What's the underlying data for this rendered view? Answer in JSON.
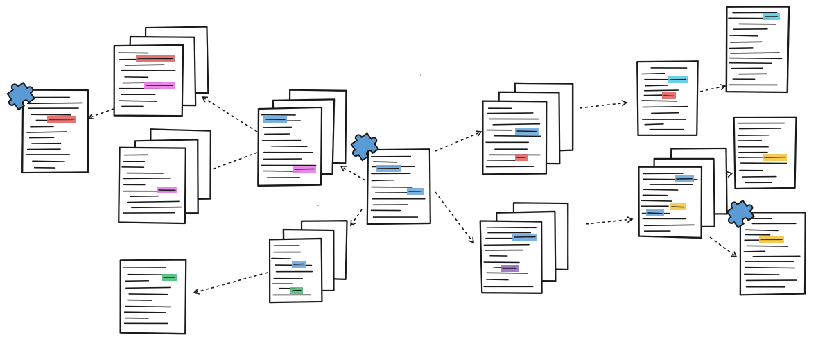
{
  "colors": {
    "ink": "#1a1a1a",
    "paper": "#ffffff",
    "puzzle": "#5b9bd5",
    "blue": "#6fa8dc",
    "red": "#e06666",
    "magenta": "#e57ce5",
    "green": "#4dbf7a",
    "purple": "#9a6fc4",
    "yellow": "#f4c542",
    "cyan": "#5ccbe3"
  },
  "icons": [
    "puzzle-piece-icon",
    "document-icon",
    "document-stack-icon",
    "dashed-arrow-icon"
  ],
  "nodes": [
    {
      "id": "root",
      "type": "single",
      "highlights": [
        "blue",
        "blue"
      ],
      "puzzle": true
    },
    {
      "id": "stack-left-mid",
      "type": "stack",
      "highlights": [
        "blue",
        "magenta"
      ]
    },
    {
      "id": "stack-left-top",
      "type": "stack",
      "highlights": [
        "red",
        "magenta"
      ]
    },
    {
      "id": "doc-far-left",
      "type": "single",
      "highlights": [
        "red"
      ],
      "puzzle": true
    },
    {
      "id": "stack-left-lower",
      "type": "stack",
      "highlights": [
        "magenta"
      ]
    },
    {
      "id": "stack-bottom-mid",
      "type": "stack",
      "highlights": [
        "blue",
        "green"
      ]
    },
    {
      "id": "doc-bottom-left",
      "type": "single",
      "highlights": [
        "green"
      ]
    },
    {
      "id": "stack-right-top",
      "type": "stack",
      "highlights": [
        "blue",
        "red"
      ]
    },
    {
      "id": "stack-right-bottom",
      "type": "stack",
      "highlights": [
        "blue",
        "purple"
      ]
    },
    {
      "id": "doc-right-top",
      "type": "single",
      "highlights": [
        "cyan",
        "red"
      ]
    },
    {
      "id": "stack-right-mid",
      "type": "stack",
      "highlights": [
        "blue",
        "yellow",
        "blue"
      ]
    },
    {
      "id": "doc-far-right-top",
      "type": "single",
      "highlights": [
        "cyan"
      ]
    },
    {
      "id": "doc-far-right-mid",
      "type": "single",
      "highlights": [
        "yellow"
      ]
    },
    {
      "id": "doc-far-right-bottom",
      "type": "single",
      "highlights": [
        "yellow"
      ],
      "puzzle": true
    }
  ],
  "edges": [
    {
      "from": "root",
      "to": "stack-left-mid"
    },
    {
      "from": "root",
      "to": "stack-bottom-mid"
    },
    {
      "from": "root",
      "to": "stack-right-top"
    },
    {
      "from": "root",
      "to": "stack-right-bottom"
    },
    {
      "from": "stack-left-mid",
      "to": "stack-left-top"
    },
    {
      "from": "stack-left-mid",
      "to": "stack-left-lower"
    },
    {
      "from": "stack-left-top",
      "to": "doc-far-left"
    },
    {
      "from": "stack-bottom-mid",
      "to": "doc-bottom-left"
    },
    {
      "from": "stack-right-top",
      "to": "doc-right-top"
    },
    {
      "from": "stack-right-bottom",
      "to": "stack-right-mid"
    },
    {
      "from": "doc-right-top",
      "to": "doc-far-right-top"
    },
    {
      "from": "stack-right-mid",
      "to": "doc-far-right-mid"
    },
    {
      "from": "stack-right-mid",
      "to": "doc-far-right-bottom"
    }
  ]
}
